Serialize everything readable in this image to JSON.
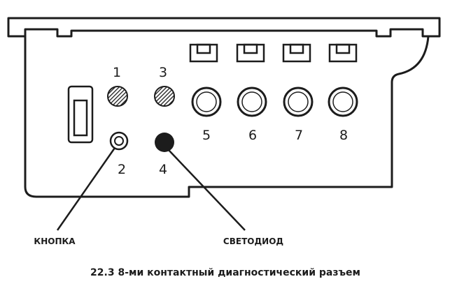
{
  "pins": {
    "p1": "1",
    "p2": "2",
    "p3": "3",
    "p4": "4",
    "p5": "5",
    "p6": "6",
    "p7": "7",
    "p8": "8"
  },
  "callouts": {
    "button": "КНОПКА",
    "led": "СВЕТОДИОД"
  },
  "caption": "22.3 8-ми контактный диагностический разъем",
  "colors": {
    "ink": "#1c1c1c",
    "background": "#ffffff"
  }
}
